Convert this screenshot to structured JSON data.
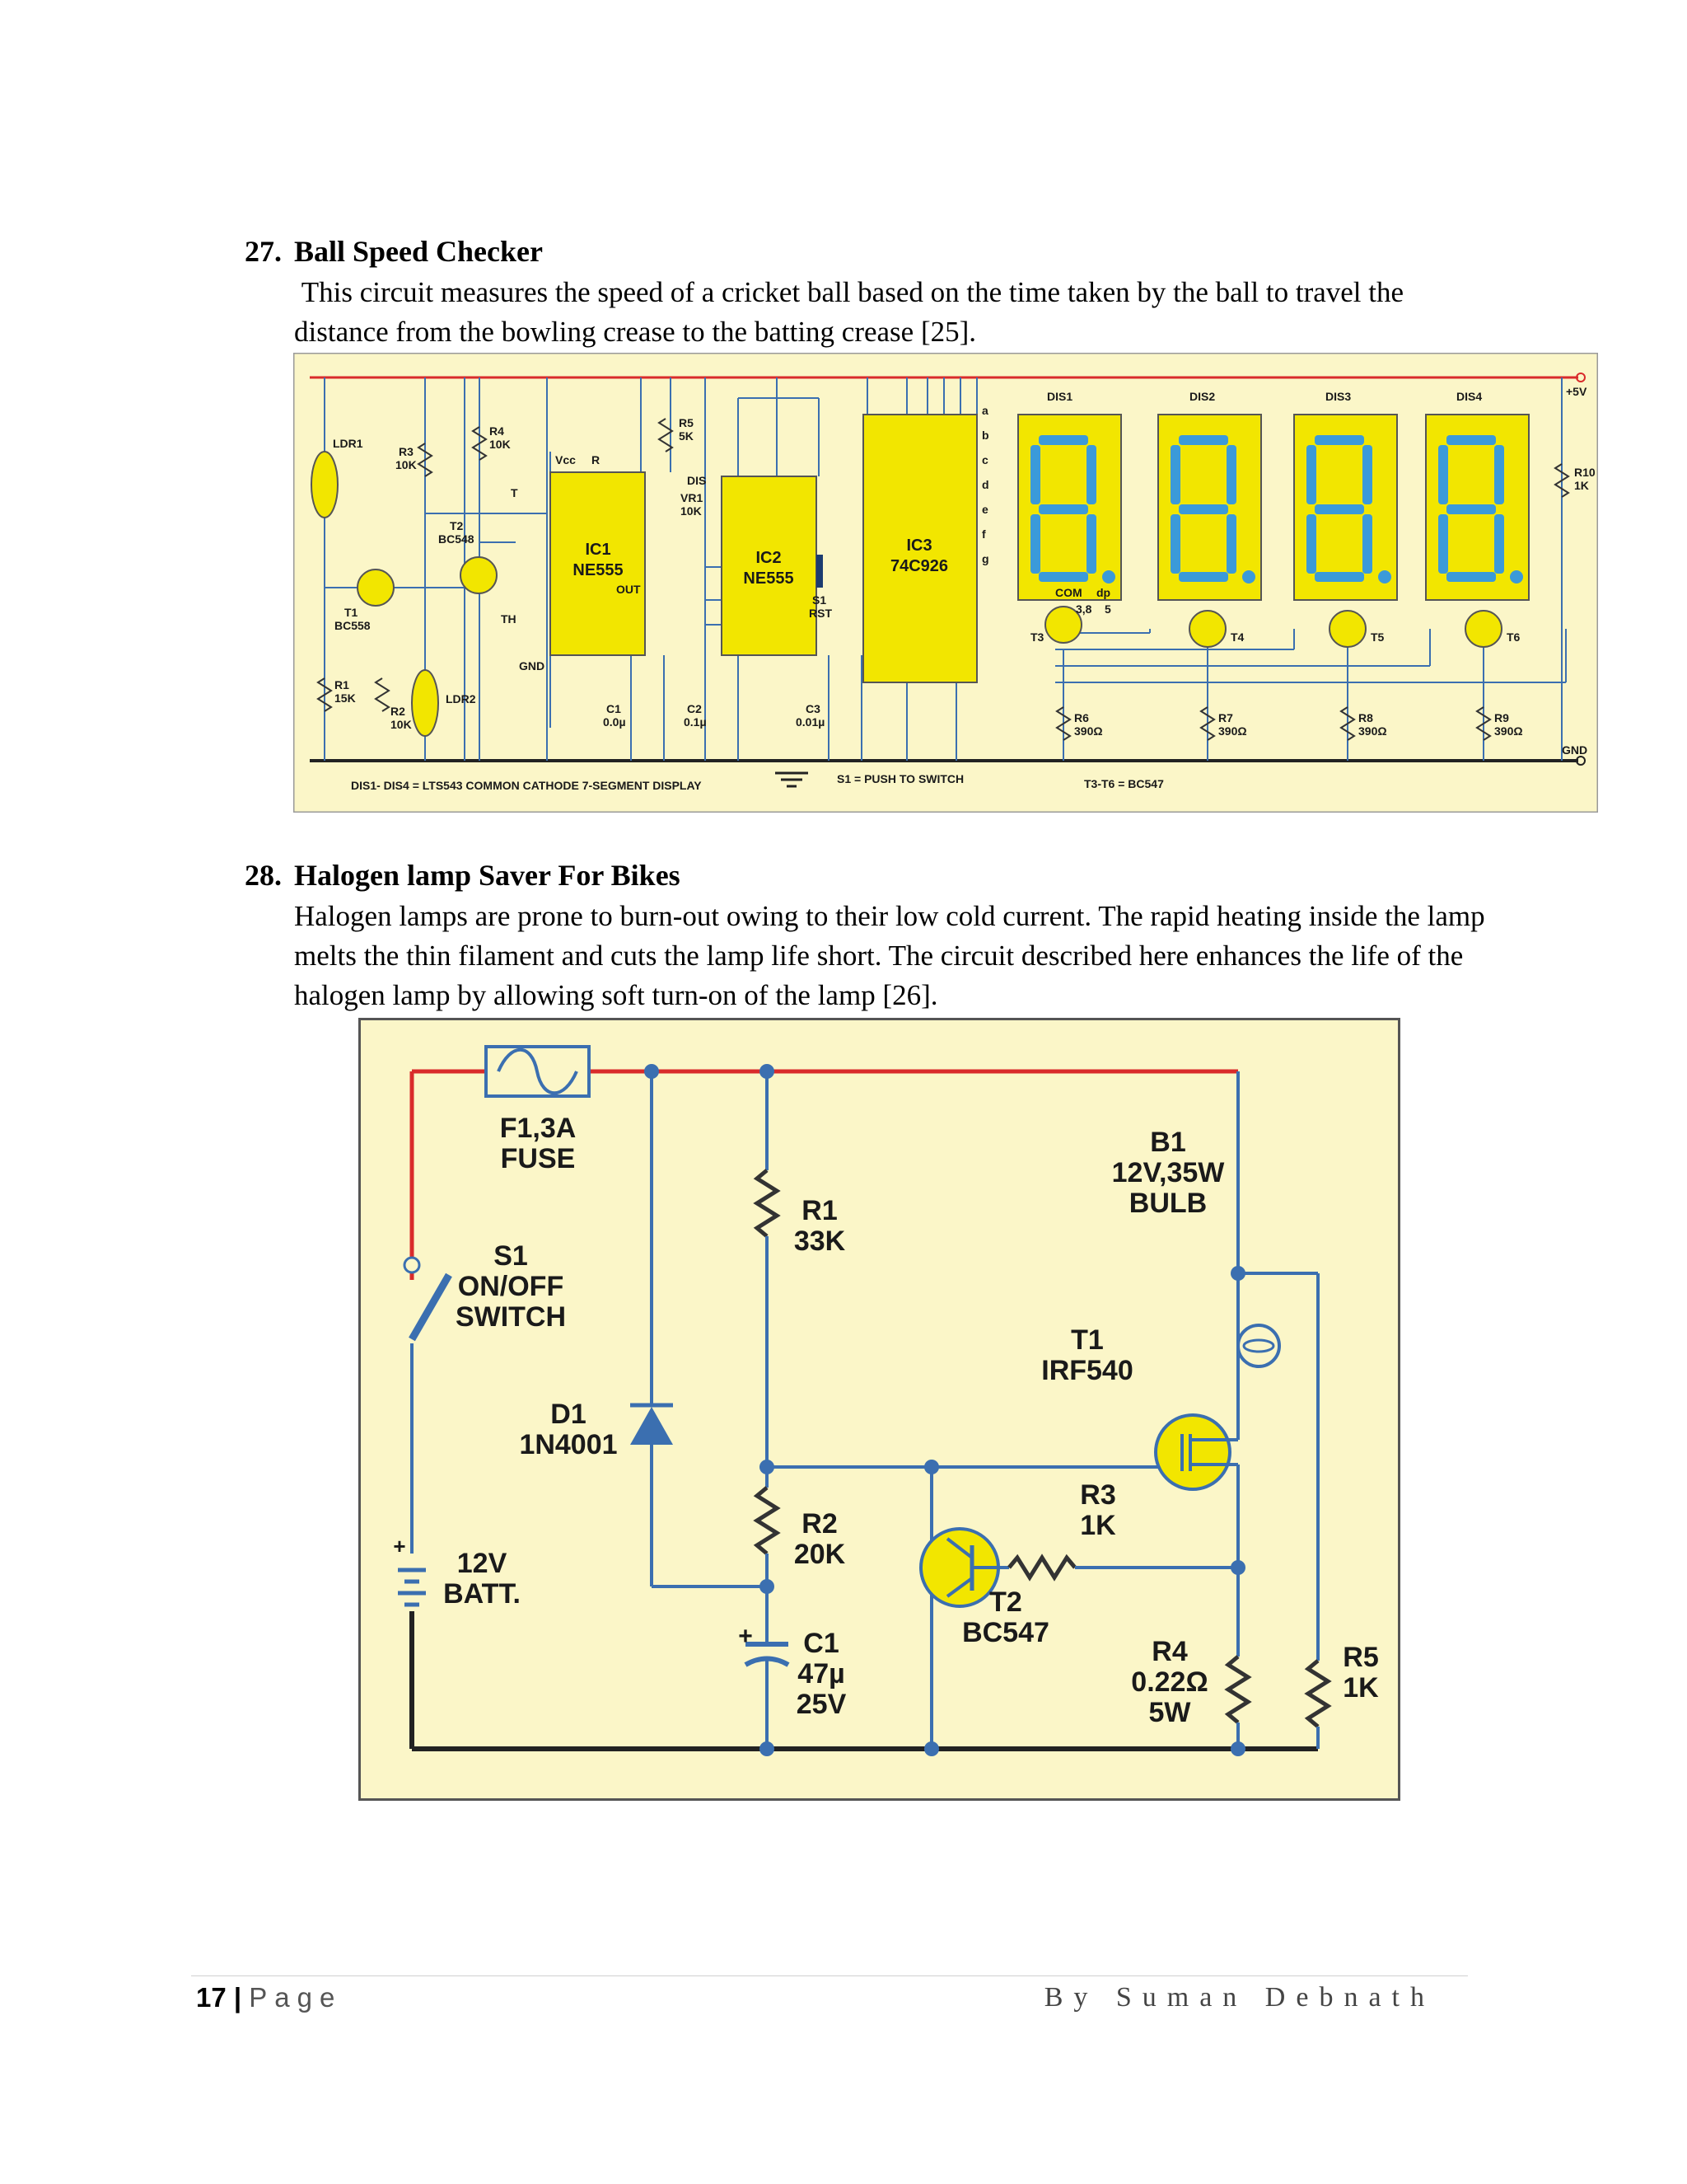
{
  "section27": {
    "number": "27.",
    "title": "Ball Speed Checker",
    "text": " This circuit measures the speed of a cricket ball based on the time taken by the ball to travel the distance from the bowling crease to the batting crease [25].",
    "figure": {
      "labels": {
        "ldr1": "LDR1",
        "r3": "R3",
        "r3v": "10K",
        "r4": "R4",
        "r4v": "10K",
        "t2": "T2",
        "t2v": "BC548",
        "t1": "T1",
        "t1v": "BC558",
        "r1": "R1",
        "r1v": "15K",
        "r2": "R2",
        "r2v": "10K",
        "ldr2": "LDR2",
        "vcc": "Vcc",
        "rpin": "R",
        "tpin": "T",
        "th": "TH",
        "gnd1": "GND",
        "out": "OUT",
        "ic1": "IC1",
        "ic1v": "NE555",
        "c1": "C1",
        "c1v": "0.0µ",
        "r5": "R5",
        "r5v": "5K",
        "dis": "DIS",
        "vr1": "VR1",
        "vr1v": "10K",
        "ic2": "IC2",
        "ic2v": "NE555",
        "c2": "C2",
        "c2v": "0.1µ",
        "c3": "C3",
        "c3v": "0.01µ",
        "s1": "S1",
        "rst": "RST",
        "ic3": "IC3",
        "ic3v": "74C926",
        "dis1": "DIS1",
        "dis2": "DIS2",
        "dis3": "DIS3",
        "dis4": "DIS4",
        "plus5v": "+5V",
        "gnd": "GND",
        "r10": "R10",
        "r10v": "1K",
        "com": "COM",
        "dp": "dp",
        "t3": "T3",
        "t4": "T4",
        "t5": "T5",
        "t6": "T6",
        "r6": "R6",
        "r6v": "390Ω",
        "r7": "R7",
        "r7v": "390Ω",
        "r8": "R8",
        "r8v": "390Ω",
        "r9": "R9",
        "r9v": "390Ω",
        "note1": "DIS1- DIS4 = LTS543 COMMON CATHODE 7-SEGMENT DISPLAY",
        "note2": "S1 = PUSH TO SWITCH",
        "note3": "T3-T6 = BC547",
        "seg_a": "a",
        "seg_b": "b",
        "seg_c": "c",
        "seg_d": "d",
        "seg_e": "e",
        "seg_f": "f",
        "seg_g": "g",
        "pin38": "3,8",
        "pin5": "5"
      }
    }
  },
  "section28": {
    "number": "28.",
    "title": "Halogen lamp Saver For Bikes",
    "text": "Halogen lamps are prone to burn-out owing to their low cold current. The rapid heating inside the lamp melts the thin filament and cuts the lamp life short. The circuit described here enhances the life of the halogen lamp by allowing soft turn-on of the lamp [26].",
    "figure": {
      "labels": {
        "f1": "F1,3A",
        "f1b": "FUSE",
        "s1": "S1",
        "s1b": "ON/OFF",
        "s1c": "SWITCH",
        "d1": "D1",
        "d1b": "1N4001",
        "batt": "12V",
        "battb": "BATT.",
        "plus": "+",
        "r1": "R1",
        "r1v": "33K",
        "r2": "R2",
        "r2v": "20K",
        "c1": "C1",
        "c1v": "47µ",
        "c1w": "25V",
        "cplus": "+",
        "b1": "B1",
        "b1v": "12V,35W",
        "b1w": "BULB",
        "t1": "T1",
        "t1v": "IRF540",
        "r3": "R3",
        "r3v": "1K",
        "t2": "T2",
        "t2v": "BC547",
        "r4": "R4",
        "r4v": "0.22Ω",
        "r4w": "5W",
        "r5": "R5",
        "r5v": "1K"
      }
    }
  },
  "footer": {
    "page_number": "17",
    "separator": " | ",
    "page_label": "Page",
    "author": "By Suman Debnath"
  }
}
